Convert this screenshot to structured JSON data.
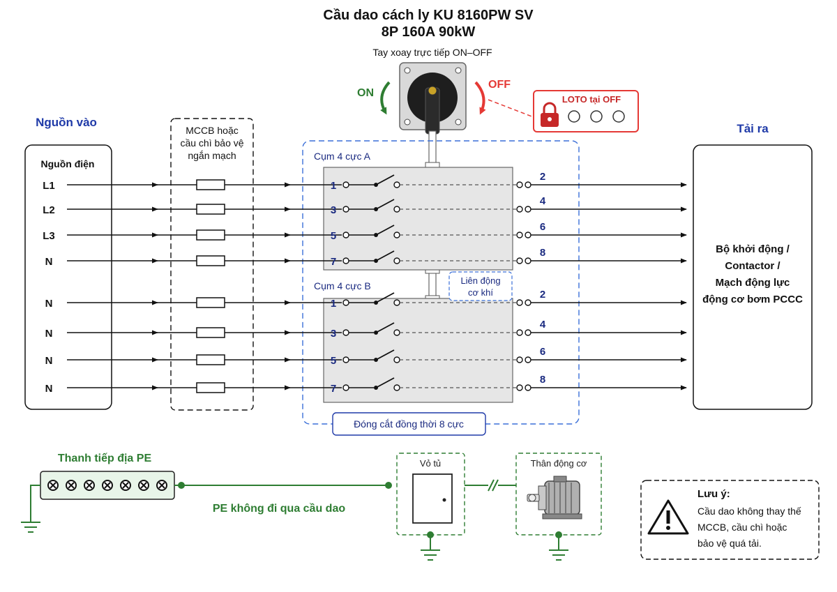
{
  "title": "Cầu dao cách ly KU 8160PW SV",
  "subtitle": "8P 160A 90kW",
  "handle": {
    "label": "Tay xoay trực tiếp ON–OFF",
    "on_label": "ON",
    "off_label": "OFF",
    "loto_label": "LOTO tại OFF"
  },
  "source": {
    "heading": "Nguồn vào",
    "box_title": "Nguồn điện",
    "lines": [
      "L1",
      "L2",
      "L3",
      "N",
      "N",
      "N",
      "N",
      "N"
    ]
  },
  "protection_box": {
    "lines": [
      "MCCB hoặc",
      "cầu chì bảo vệ",
      "ngắn mạch"
    ]
  },
  "switch": {
    "group_a": {
      "label": "Cụm 4 cực A",
      "inputs": [
        "1",
        "3",
        "5",
        "7"
      ],
      "outputs": [
        "2",
        "4",
        "6",
        "8"
      ]
    },
    "group_b": {
      "label": "Cụm 4 cực B",
      "inputs": [
        "1",
        "3",
        "5",
        "7"
      ],
      "outputs": [
        "2",
        "4",
        "6",
        "8"
      ]
    },
    "link_label": [
      "Liên động",
      "cơ khí"
    ],
    "simultaneous_label": "Đóng cắt đồng thời 8 cực"
  },
  "load": {
    "heading": "Tải ra",
    "lines": [
      "Bộ khởi động /",
      "Contactor /",
      "Mạch động lực",
      "động cơ bơm PCCC"
    ]
  },
  "ground": {
    "bar_label": "Thanh tiếp địa PE",
    "pe_note": "PE không đi qua cầu dao",
    "cabinet_label": "Vỏ tủ",
    "motor_label": "Thân động cơ"
  },
  "note": {
    "title": "Lưu ý:",
    "lines": [
      "Cầu dao không thay thế",
      "MCCB, cầu chì hoặc",
      "bảo vệ quá tải."
    ]
  },
  "colors": {
    "wire": "#111111",
    "blue_text": "#1f3aa8",
    "green": "#2e7d32",
    "red": "#e53935",
    "dashed_blue": "#3a6fd8",
    "switch_fill": "#e6e6e6"
  }
}
